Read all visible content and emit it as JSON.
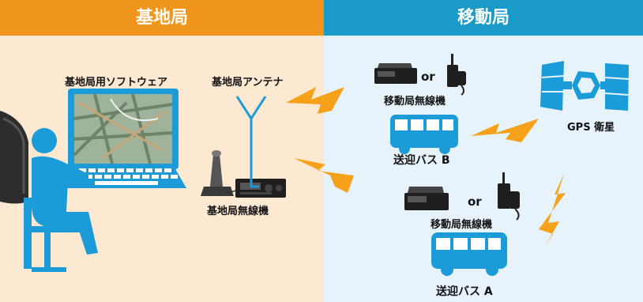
{
  "headers": {
    "base_station": "基地局",
    "mobile_station": "移動局"
  },
  "labels": {
    "software": "基地局用ソフトウェア",
    "antenna": "基地局アンテナ",
    "base_radio": "基地局無線機",
    "mobile_radio_top": "移動局無線機",
    "or_top": "or",
    "bus_b": "送迎バス B",
    "gps": "GPS 衛星",
    "mobile_radio_bottom": "移動局無線機",
    "or_bottom": "or",
    "bus_a": "送迎バス A"
  },
  "colors": {
    "base_header": "#f0951b",
    "base_bg": "#fde9d2",
    "mobile_header": "#1a9ac9",
    "mobile_bg": "#e6f3fa",
    "accent_blue": "#1b9bd7",
    "lightning": "#f5a11a"
  }
}
